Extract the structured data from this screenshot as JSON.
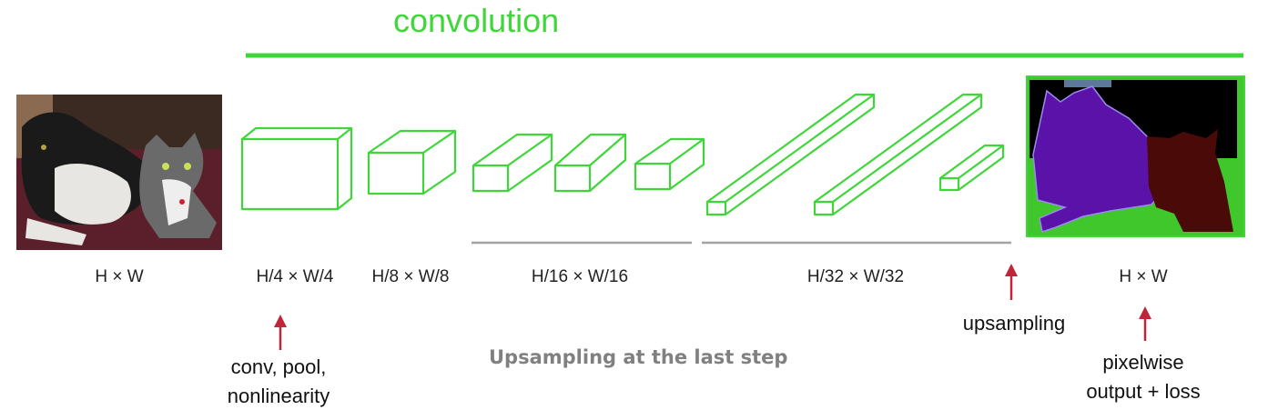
{
  "title": "convolution",
  "labels": {
    "input": "H × W",
    "s4": "H/4 × W/4",
    "s8": "H/8 × W/8",
    "s16": "H/16 × W/16",
    "s32": "H/32 × W/32",
    "output": "H × W"
  },
  "notes": {
    "conv_line1": "conv, pool,",
    "conv_line2": "nonlinearity",
    "upsampling": "upsampling",
    "pixel_line1": "pixelwise",
    "pixel_line2": "output + loss"
  },
  "caption": "Upsampling at the last step",
  "colors": {
    "accent_green": "#3fd63a",
    "arrow_red": "#c0263a",
    "segmentation_background": "#3fc72c",
    "dog_segment": "#5a12a8",
    "cat_segment": "#4a0a08"
  }
}
